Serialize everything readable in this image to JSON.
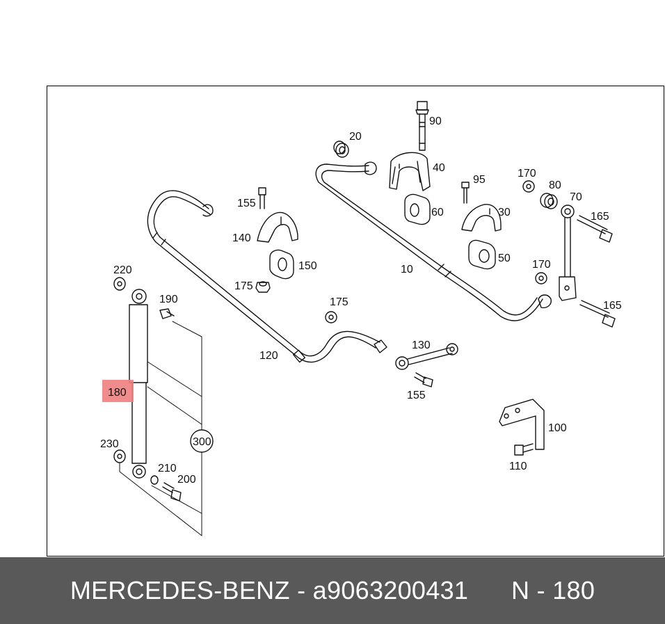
{
  "diagram": {
    "callouts": {
      "p90": "90",
      "p20": "20",
      "p40": "40",
      "p95": "95",
      "p170a": "170",
      "p80": "80",
      "p70": "70",
      "p155a": "155",
      "p60": "60",
      "p30": "30",
      "p165a": "165",
      "p140": "140",
      "p150": "150",
      "p10": "10",
      "p50": "50",
      "p220": "220",
      "p175a": "175",
      "p170b": "170",
      "p190": "190",
      "p175b": "175",
      "p165b": "165",
      "p130": "130",
      "p120": "120",
      "p180": "180",
      "p155b": "155",
      "p100": "100",
      "p300": "300",
      "p230": "230",
      "p210": "210",
      "p200": "200",
      "p110": "110"
    },
    "highlight": {
      "label": "180",
      "color": "#f08080"
    }
  },
  "footer": {
    "brand": "MERCEDES-BENZ",
    "separator": "-",
    "part_number": "a9063200431",
    "position": "N - 180",
    "background": "#595959",
    "text_color": "#ffffff"
  }
}
